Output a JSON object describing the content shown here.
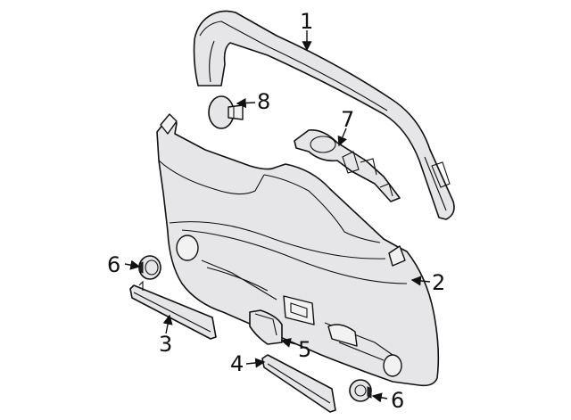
{
  "diagram": {
    "callouts": [
      {
        "id": "c1",
        "label": "1"
      },
      {
        "id": "c2",
        "label": "2"
      },
      {
        "id": "c3",
        "label": "3"
      },
      {
        "id": "c4",
        "label": "4"
      },
      {
        "id": "c5",
        "label": "5"
      },
      {
        "id": "c6a",
        "label": "6"
      },
      {
        "id": "c6b",
        "label": "6"
      },
      {
        "id": "c7",
        "label": "7"
      },
      {
        "id": "c8",
        "label": "8"
      }
    ],
    "colors": {
      "line": "#111111",
      "fill": "#e6e6e8",
      "background": "#ffffff"
    }
  }
}
